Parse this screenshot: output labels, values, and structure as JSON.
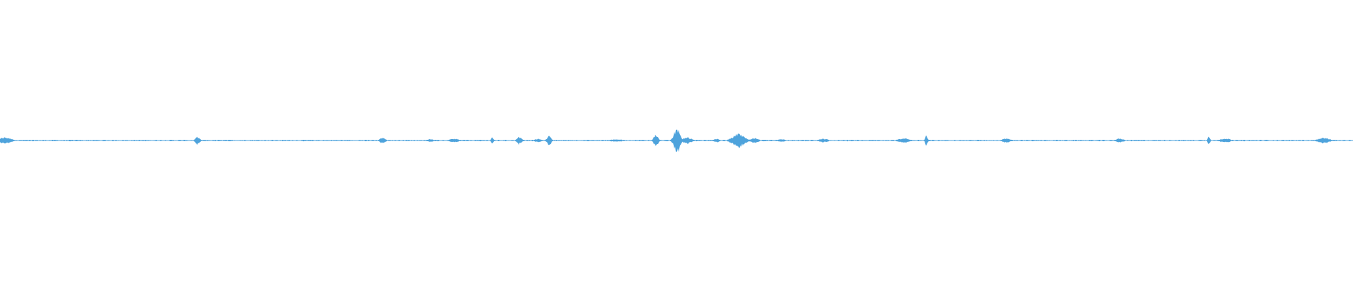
{
  "colors": {
    "background": "#ffffff",
    "waveform": "#4ea3dc"
  },
  "chart_data": {
    "type": "area",
    "title": "",
    "xlabel": "",
    "ylabel": "",
    "grid": false,
    "legend": "none",
    "x_range": [
      0,
      1
    ],
    "y_range": [
      -1,
      1
    ],
    "baseline": 0,
    "noise_floor": 0.004,
    "bursts": [
      {
        "center": 0.004,
        "width": 0.004,
        "amplitude": 0.025
      },
      {
        "center": 0.146,
        "width": 0.0015,
        "amplitude": 0.028
      },
      {
        "center": 0.283,
        "width": 0.002,
        "amplitude": 0.02
      },
      {
        "center": 0.318,
        "width": 0.002,
        "amplitude": 0.012
      },
      {
        "center": 0.336,
        "width": 0.003,
        "amplitude": 0.014
      },
      {
        "center": 0.364,
        "width": 0.0008,
        "amplitude": 0.025
      },
      {
        "center": 0.384,
        "width": 0.0015,
        "amplitude": 0.03
      },
      {
        "center": 0.398,
        "width": 0.002,
        "amplitude": 0.015
      },
      {
        "center": 0.406,
        "width": 0.0015,
        "amplitude": 0.035
      },
      {
        "center": 0.456,
        "width": 0.004,
        "amplitude": 0.01
      },
      {
        "center": 0.485,
        "width": 0.0015,
        "amplitude": 0.045
      },
      {
        "center": 0.5005,
        "width": 0.002,
        "amplitude": 0.095
      },
      {
        "center": 0.508,
        "width": 0.003,
        "amplitude": 0.025
      },
      {
        "center": 0.53,
        "width": 0.002,
        "amplitude": 0.015
      },
      {
        "center": 0.546,
        "width": 0.004,
        "amplitude": 0.05
      },
      {
        "center": 0.558,
        "width": 0.0025,
        "amplitude": 0.02
      },
      {
        "center": 0.578,
        "width": 0.002,
        "amplitude": 0.012
      },
      {
        "center": 0.609,
        "width": 0.003,
        "amplitude": 0.014
      },
      {
        "center": 0.668,
        "width": 0.004,
        "amplitude": 0.016
      },
      {
        "center": 0.685,
        "width": 0.0008,
        "amplitude": 0.04
      },
      {
        "center": 0.744,
        "width": 0.003,
        "amplitude": 0.015
      },
      {
        "center": 0.828,
        "width": 0.0025,
        "amplitude": 0.016
      },
      {
        "center": 0.894,
        "width": 0.0008,
        "amplitude": 0.035
      },
      {
        "center": 0.906,
        "width": 0.003,
        "amplitude": 0.018
      },
      {
        "center": 0.979,
        "width": 0.004,
        "amplitude": 0.02
      }
    ]
  }
}
